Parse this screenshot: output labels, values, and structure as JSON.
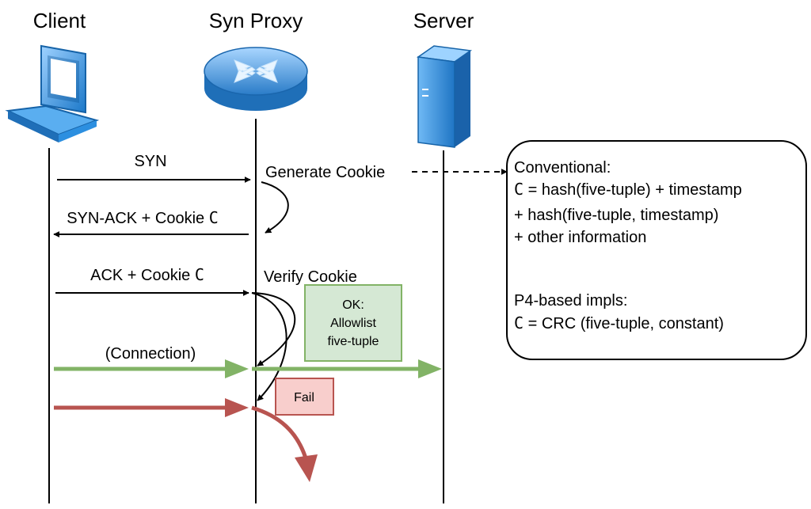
{
  "entities": {
    "client": "Client",
    "proxy": "Syn Proxy",
    "server": "Server"
  },
  "messages": {
    "syn": "SYN",
    "synack": "SYN-ACK + Cookie",
    "synack_var": "C",
    "ack": "ACK + Cookie",
    "ack_var": "C",
    "connection": "(Connection)"
  },
  "actions": {
    "generate": "Generate Cookie",
    "verify": "Verify Cookie"
  },
  "ok_box": {
    "line1": "OK:",
    "line2": "Allowlist",
    "line3": "five-tuple"
  },
  "fail_box": {
    "label": "Fail"
  },
  "info": {
    "conv_title": "Conventional:",
    "conv_var": "C",
    "conv_line1": "= hash(five-tuple) + timestamp",
    "conv_line2": "+ hash(five-tuple, timestamp)",
    "conv_line3": "+ other information",
    "p4_title": "P4-based impls:",
    "p4_var": "C",
    "p4_line1": "= CRC (five-tuple, constant)"
  },
  "colors": {
    "ok_green": "#82b366",
    "ok_fill": "#d5e8d4",
    "fail_red": "#b85450",
    "fail_fill": "#f8cecc",
    "laptop_blue": "#2c8fe0",
    "router_blue": "#3a8fd6"
  }
}
